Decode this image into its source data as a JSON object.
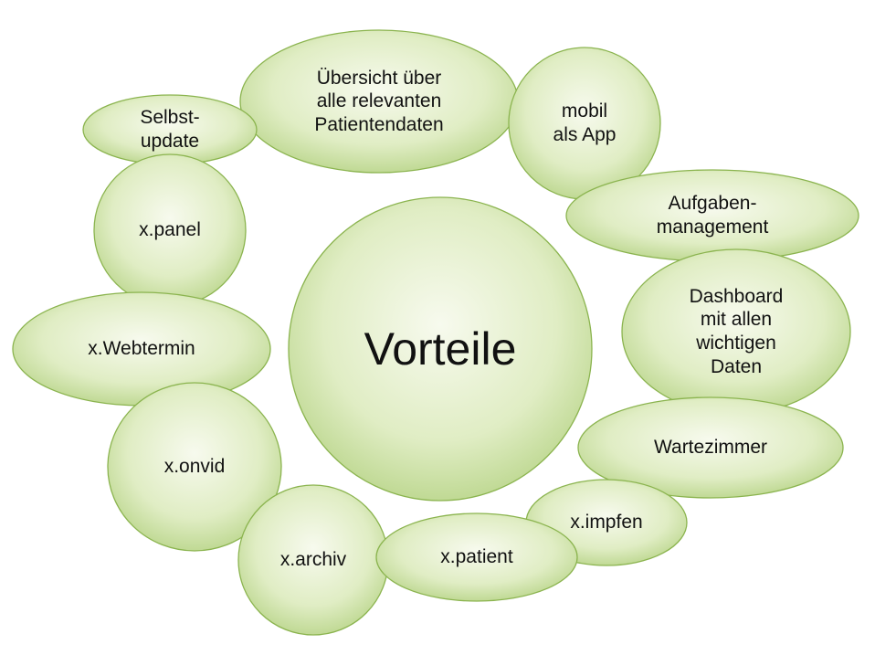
{
  "diagram": {
    "center": {
      "label": "Vorteile"
    },
    "bubbles": [
      {
        "key": "uebersicht",
        "label": "Übersicht über\nalle relevanten\nPatientendaten"
      },
      {
        "key": "mobil",
        "label": "mobil\nals App"
      },
      {
        "key": "selbstupdate",
        "label": "Selbst-\nupdate"
      },
      {
        "key": "aufgaben",
        "label": "Aufgaben-\nmanagement"
      },
      {
        "key": "panel",
        "label": "x.panel"
      },
      {
        "key": "dashboard",
        "label": "Dashboard\nmit allen\nwichtigen\nDaten"
      },
      {
        "key": "webtermin",
        "label": "x.Webtermin"
      },
      {
        "key": "wartezimmer",
        "label": "Wartezimmer"
      },
      {
        "key": "onvid",
        "label": "x.onvid"
      },
      {
        "key": "impfen",
        "label": "x.impfen"
      },
      {
        "key": "archiv",
        "label": "x.archiv"
      },
      {
        "key": "patient",
        "label": "x.patient"
      }
    ]
  },
  "colors": {
    "fill_light": "#f7faee",
    "fill_mid": "#e0edc4",
    "fill_edge": "#b9d58a",
    "stroke": "#8bb44f",
    "text": "#111111"
  }
}
